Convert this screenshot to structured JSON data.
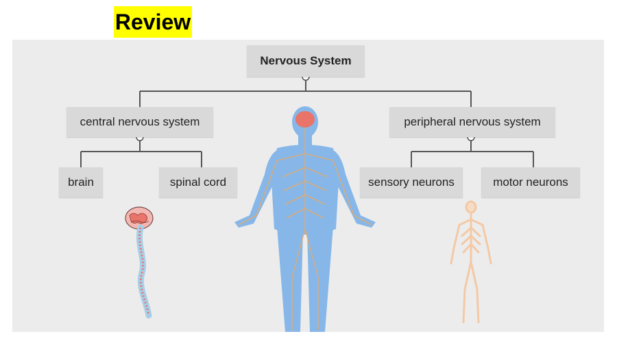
{
  "header": {
    "label": "Review"
  },
  "diagram": {
    "root": "Nervous System",
    "central": "central nervous system",
    "peripheral": "peripheral nervous system",
    "brain": "brain",
    "spinal_cord": "spinal cord",
    "sensory": "sensory neurons",
    "motor": "motor neurons"
  },
  "colors": {
    "highlight": "#ffff00",
    "panel": "#ececec",
    "box": "#d9d9d9",
    "body": "#86b7e8",
    "nerve": "#e8a86a",
    "brain": "#e8746a"
  },
  "illustrations": [
    "brain-spine-illustration",
    "human-nervous-system-figure",
    "peripheral-nerves-figure"
  ]
}
